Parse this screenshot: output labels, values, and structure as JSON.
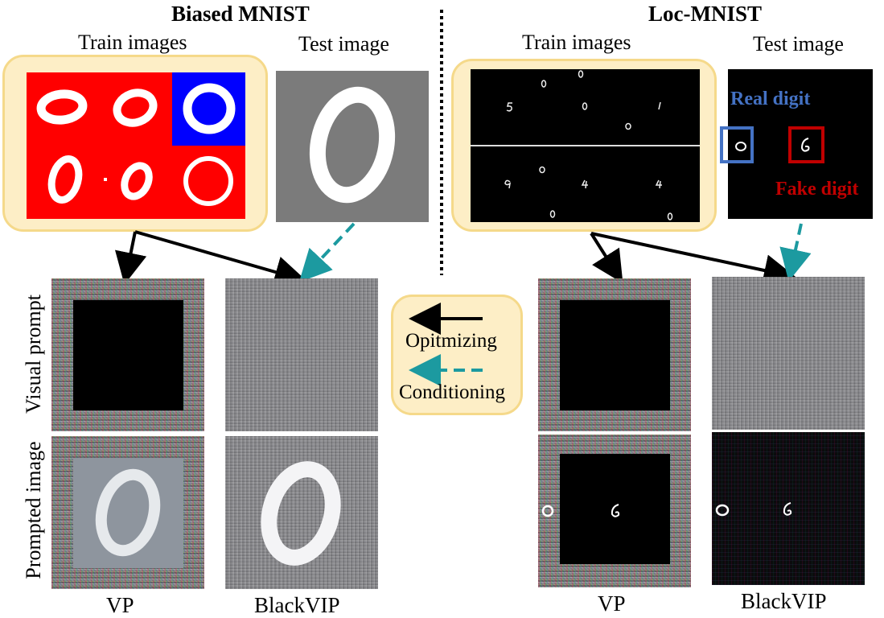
{
  "left": {
    "title": "Biased MNIST",
    "train_label": "Train images",
    "test_label": "Test image",
    "colors": {
      "train_red": "#ff0000",
      "train_blue": "#0000ff",
      "test_grey": "#7b7b7b",
      "prompted_grey": "#8e959e"
    }
  },
  "right": {
    "title": "Loc-MNIST",
    "train_label": "Train images",
    "test_label": "Test image",
    "real_digit_label": "Real digit",
    "fake_digit_label": "Fake digit",
    "colors": {
      "real": "#4472c4",
      "fake": "#c00000"
    }
  },
  "legend": {
    "optimizing_label": "Opitmizing",
    "conditioning_label": "Conditioning",
    "colors": {
      "optimizing": "#000000",
      "conditioning": "#1c9aa0",
      "box_fill": "#fdeec6",
      "box_border": "#f5d98a"
    }
  },
  "row_labels": {
    "visual_prompt": "Visual prompt",
    "prompted_image": "Prompted image"
  },
  "captions": {
    "left_vp": "VP",
    "left_blackvip": "BlackVIP",
    "right_vp": "VP",
    "right_blackvip": "BlackVIP"
  },
  "train_digits_left": [
    "0",
    "0",
    "0",
    "0",
    "0",
    "0"
  ],
  "train_digits_right_top": [
    "0",
    "0",
    "5",
    "0",
    "1",
    "0"
  ],
  "train_digits_right_bottom": [
    "0",
    "9",
    "4",
    "4",
    "0",
    "0"
  ],
  "test_digits_right": {
    "real": "0",
    "fake": "6"
  },
  "prompted_digits_right": {
    "real": "0",
    "fake": "6"
  }
}
